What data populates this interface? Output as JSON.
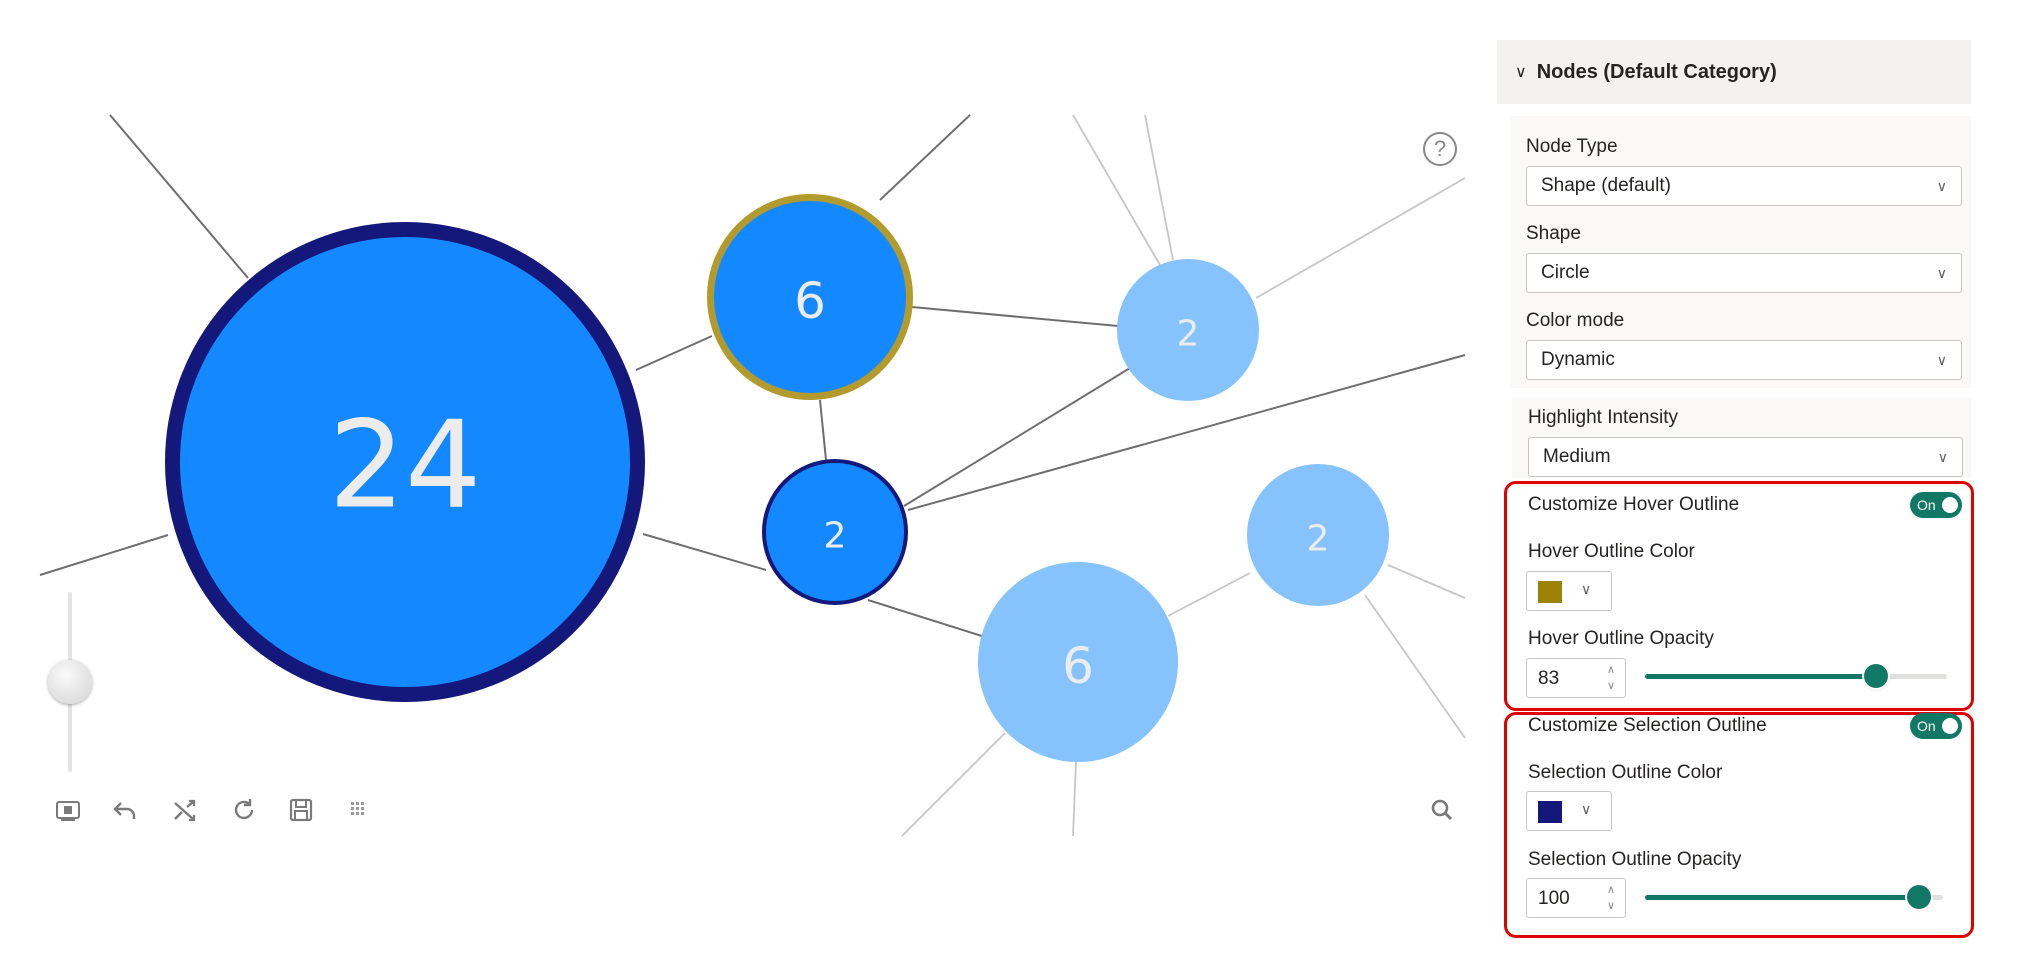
{
  "graph": {
    "nodes": [
      {
        "id": "n24",
        "label": "24",
        "tone": "selected"
      },
      {
        "id": "n6a",
        "label": "6",
        "tone": "hover"
      },
      {
        "id": "n2a",
        "label": "2",
        "tone": "selected"
      },
      {
        "id": "n2b",
        "label": "2",
        "tone": "light"
      },
      {
        "id": "n2c",
        "label": "2",
        "tone": "light"
      },
      {
        "id": "n6b",
        "label": "6",
        "tone": "light"
      }
    ],
    "colors": {
      "primary": "#1489ff",
      "light": "#86c3fd",
      "selected_outline": "#14187a",
      "hover_outline": "#b39a2d",
      "edge": "#6e6e6e",
      "edge_light": "#c6c6c6",
      "label": "#ececec"
    }
  },
  "toolbar": {
    "icons": [
      "fit-view-icon",
      "undo-icon",
      "shuffle-icon",
      "refresh-icon",
      "save-icon",
      "grid-icon"
    ],
    "help_label": "?",
    "search_icon": "search-icon"
  },
  "pane": {
    "section_title": "Nodes (Default Category)",
    "node_type": {
      "label": "Node Type",
      "value": "Shape (default)"
    },
    "shape": {
      "label": "Shape",
      "value": "Circle"
    },
    "color_mode": {
      "label": "Color mode",
      "value": "Dynamic"
    },
    "highlight_intensity": {
      "label": "Highlight Intensity",
      "value": "Medium"
    },
    "hover": {
      "toggle_label": "Customize Hover Outline",
      "toggle_state": "On",
      "color_label": "Hover Outline Color",
      "color": "#9c8206",
      "opacity_label": "Hover Outline Opacity",
      "opacity": "83",
      "opacity_fraction": 0.83
    },
    "selection": {
      "toggle_label": "Customize Selection Outline",
      "toggle_state": "On",
      "color_label": "Selection Outline Color",
      "color": "#14187a",
      "opacity_label": "Selection Outline Opacity",
      "opacity": "100",
      "opacity_fraction": 1.0
    },
    "accent_color": "#117865",
    "highlight_box_color": "#e00000"
  }
}
